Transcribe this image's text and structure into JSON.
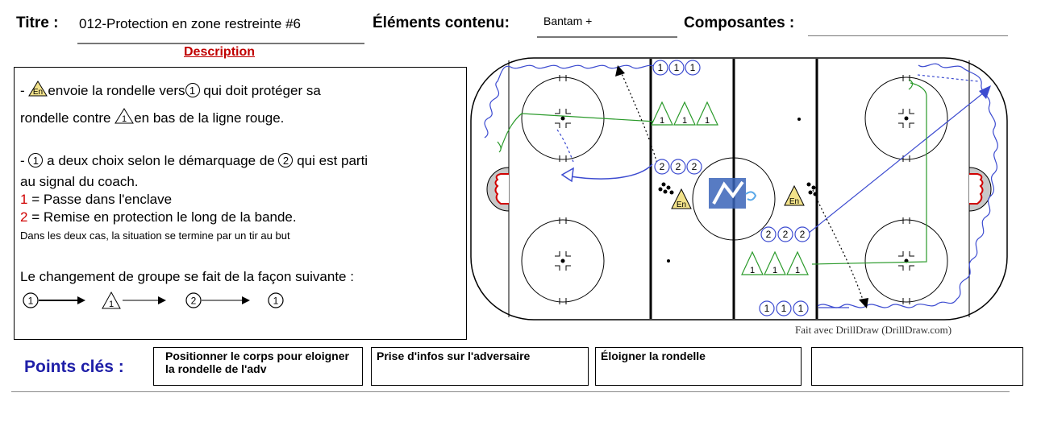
{
  "header": {
    "title_label": "Titre :",
    "title_value": "012-Protection en zone restreinte #6",
    "elements_label": "Éléments contenu:",
    "elements_value": "Bantam +",
    "composantes_label": "Composantes :"
  },
  "description": {
    "heading": "Description",
    "line1_dash": "-",
    "line1_a": "envoie la rondelle vers",
    "line1_b": "qui doit protéger sa",
    "line2_a": "rondelle contre",
    "line2_b": "en bas de la ligne rouge.",
    "line3_dash": "-",
    "line3_a": "a deux choix selon le démarquage de",
    "line3_b": "qui est parti",
    "line4": "au signal du coach.",
    "opt1_num": "1",
    "opt1_text": " = Passe dans l'enclave",
    "opt2_num": "2",
    "opt2_text": " = Remise en protection le long de la bande.",
    "note": "Dans les deux cas, la situation se termine par un tir au but",
    "rotation_text": "Le changement de groupe se fait de la façon suivante :"
  },
  "symbols": {
    "coach": "En",
    "one": "1",
    "two": "2"
  },
  "diagram": {
    "credit": "Fait avec DrillDraw (DrillDraw.com)"
  },
  "key_points": {
    "label": "Points clés :",
    "items": [
      "Positionner le corps pour eloigner la rondelle de l'adv",
      "Prise d'infos sur l'adversaire",
      "Éloigner la rondelle",
      ""
    ]
  },
  "colors": {
    "description_heading": "#c00000",
    "points_label": "#1f1fa8",
    "option_numbers": "#d00000",
    "player_path": "#3c4bd0",
    "pass_green": "#2a9a2a",
    "puck_path": "#000000"
  }
}
